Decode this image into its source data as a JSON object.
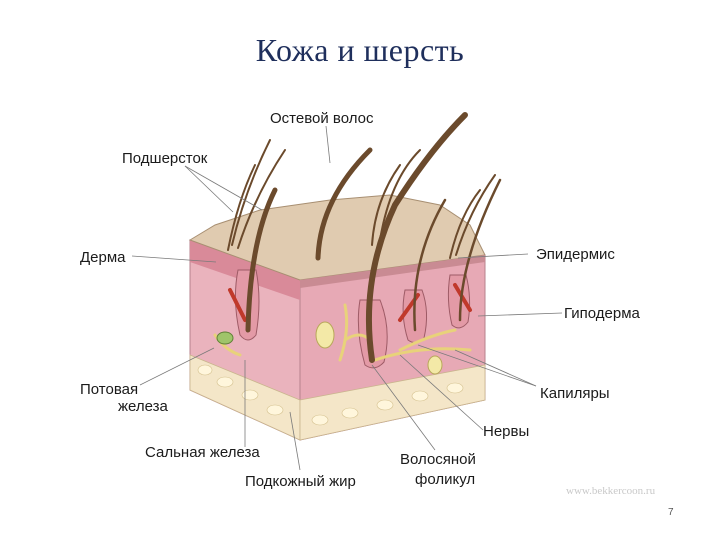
{
  "page": {
    "title": "Кожа и шерсть",
    "page_number": "7",
    "watermark": "www.bekkercoon.ru"
  },
  "labels": {
    "guard_hair": "Остевой волос",
    "undercoat": "Подшерсток",
    "dermis": "Дерма",
    "epidermis": "Эпидермис",
    "hypodermis": "Гиподерма",
    "sweat_gland_line1": "Потовая",
    "sweat_gland_line2": "железа",
    "capillaries": "Капиляры",
    "nerves": "Нервы",
    "sebaceous_gland": "Сальная железа",
    "hair_follicle_line1": "Волосяной",
    "hair_follicle_line2": "фоликул",
    "subcutaneous_fat": "Подкожный жир"
  },
  "colors": {
    "title": "#1f2f5c",
    "epidermis_top": "#e0cbb0",
    "dermis_pink": "#eab3bd",
    "hypodermis": "#f2d2d8",
    "fat": "#f4e6c8",
    "hair": "#6b4a2c",
    "nerve": "#e8d27a",
    "capillary_red": "#c0392b"
  }
}
